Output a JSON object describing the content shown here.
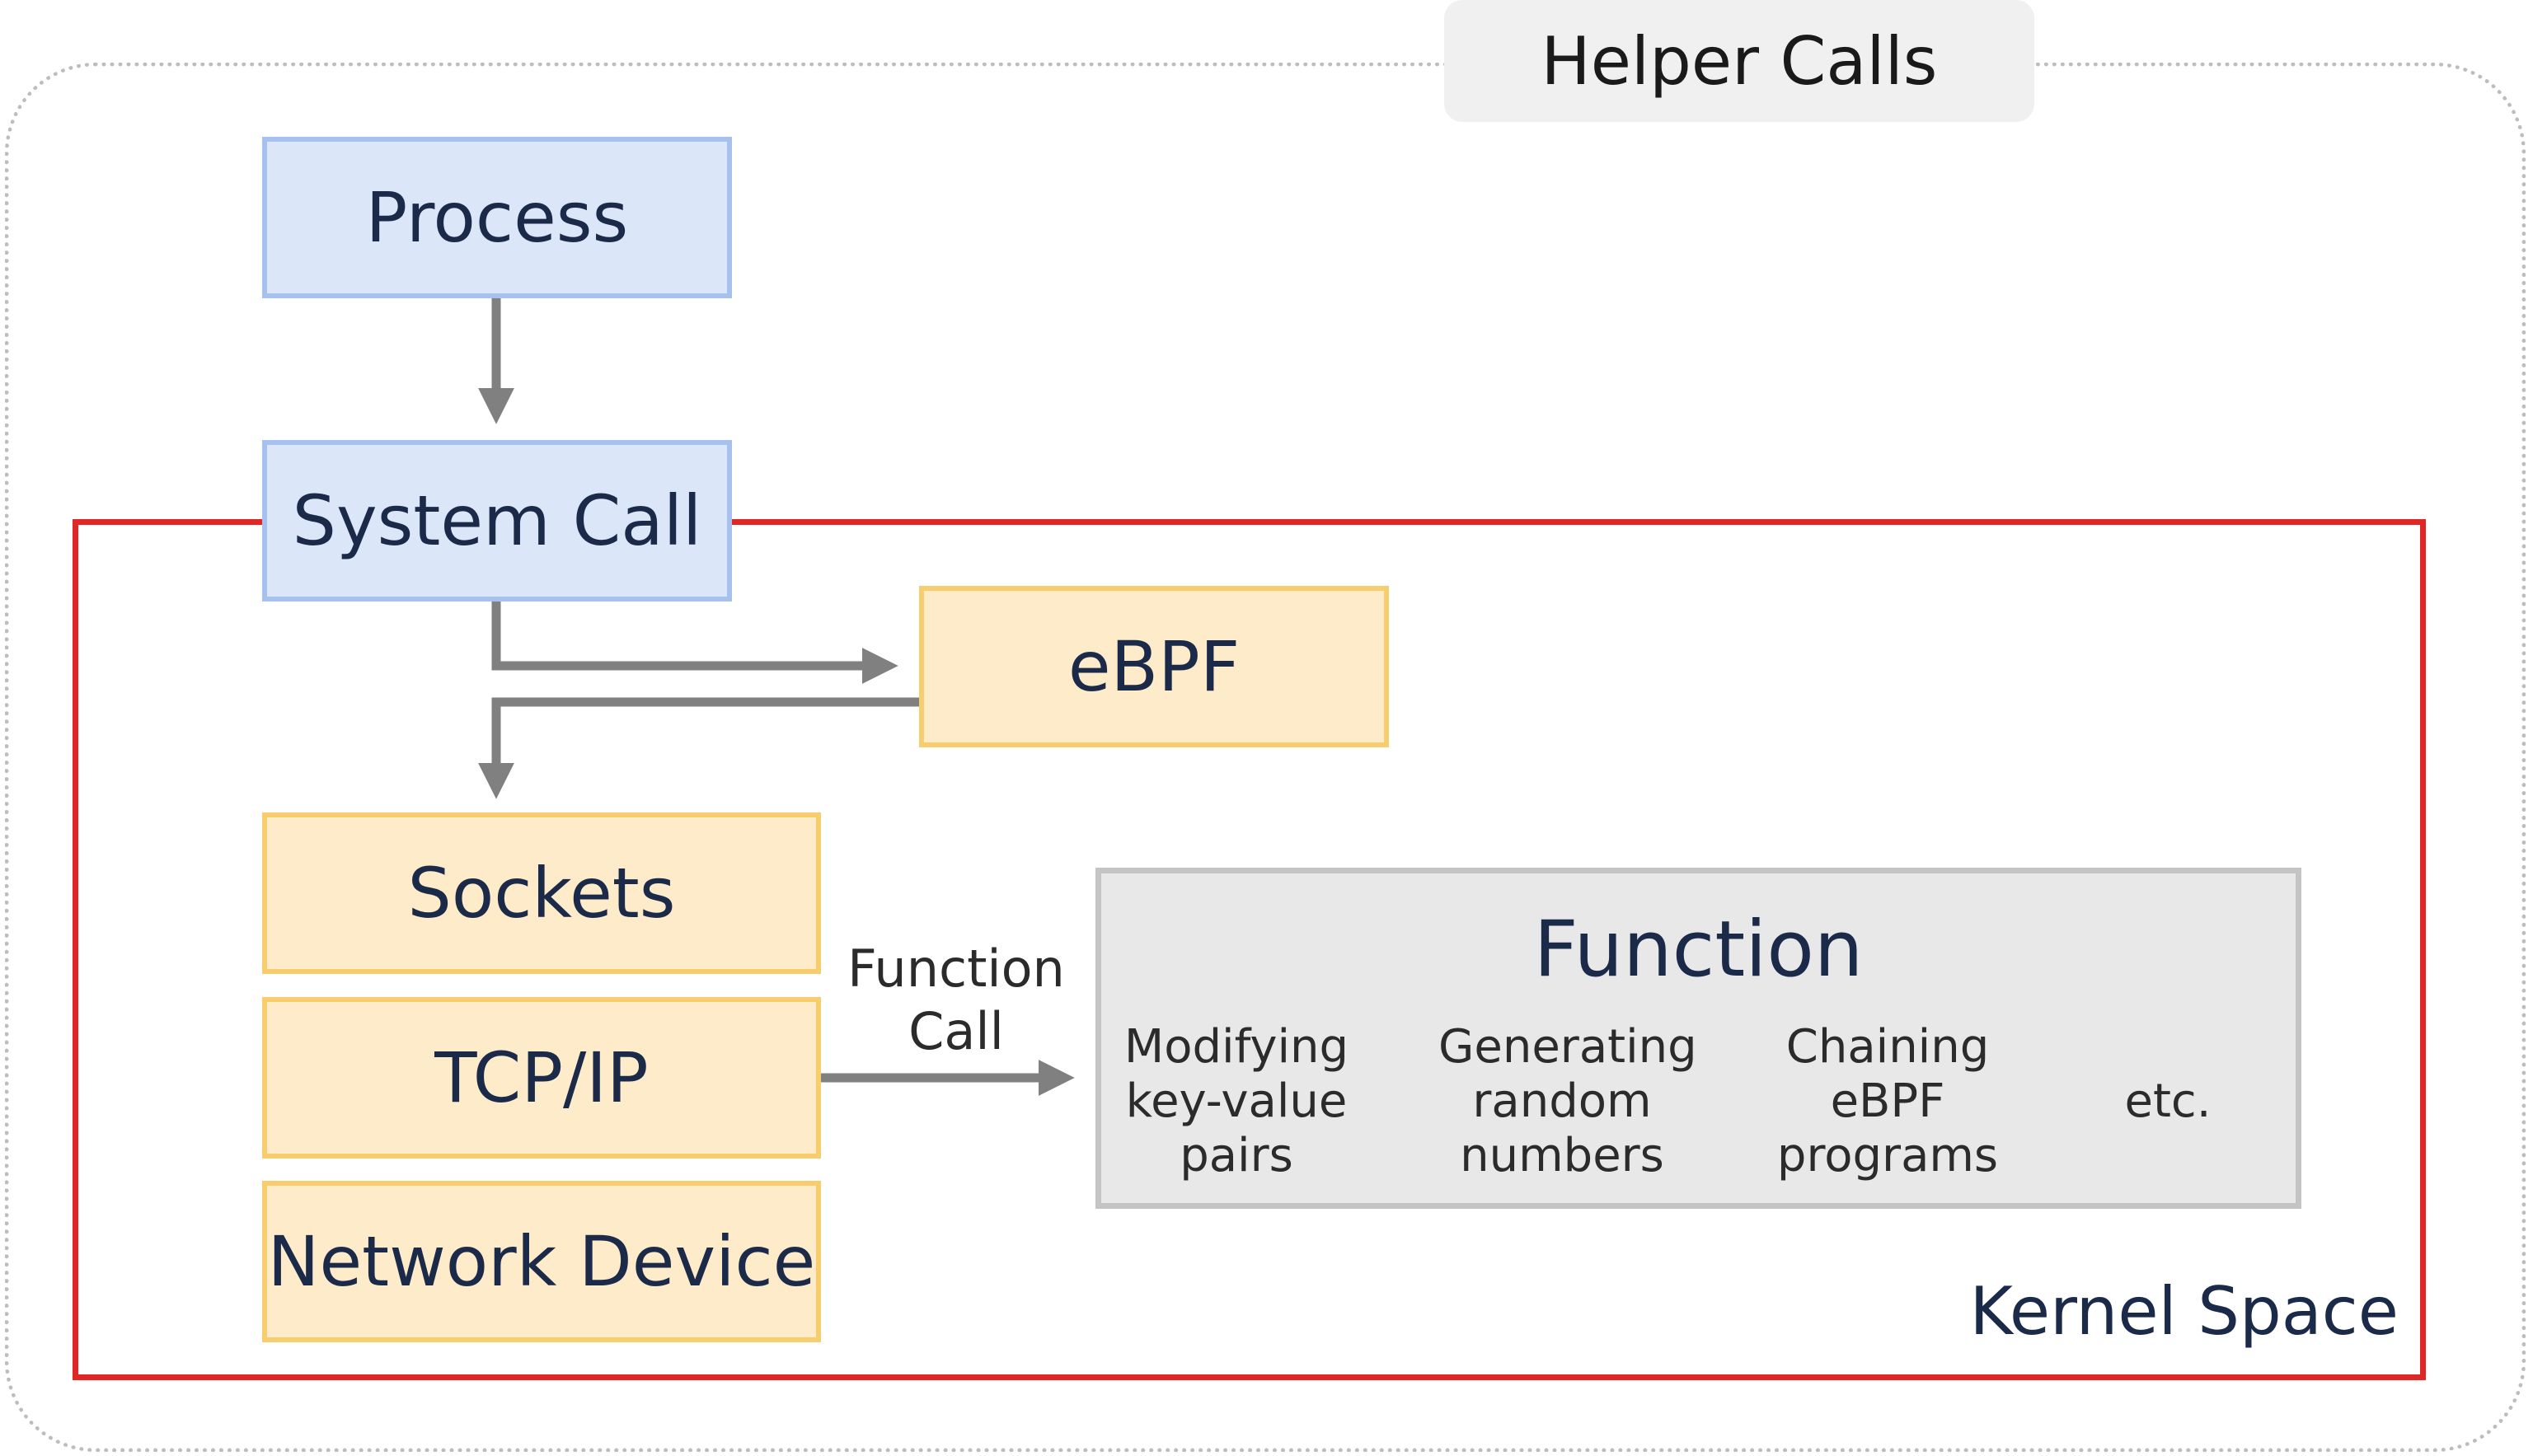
{
  "helper_calls": "Helper Calls",
  "nodes": {
    "process": "Process",
    "system_call": "System Call",
    "ebpf": "eBPF",
    "sockets": "Sockets",
    "tcpip": "TCP/IP",
    "network_device": "Network Device"
  },
  "function": {
    "title": "Function",
    "items": [
      "Modifying\nkey-value\npairs",
      "Generating\nrandom\nnumbers",
      "Chaining\neBPF\nprograms",
      "etc."
    ]
  },
  "function_call_label": "Function\nCall",
  "kernel_space_label": "Kernel Space",
  "colors": {
    "kernel_border": "#e02726",
    "user_box_fill": "#dbe6f8",
    "user_box_border": "#a6c1ee",
    "kernel_box_fill": "#fdebc9",
    "kernel_box_border": "#f8cd6e",
    "function_fill": "#e8e8e8",
    "arrow": "#808080"
  }
}
